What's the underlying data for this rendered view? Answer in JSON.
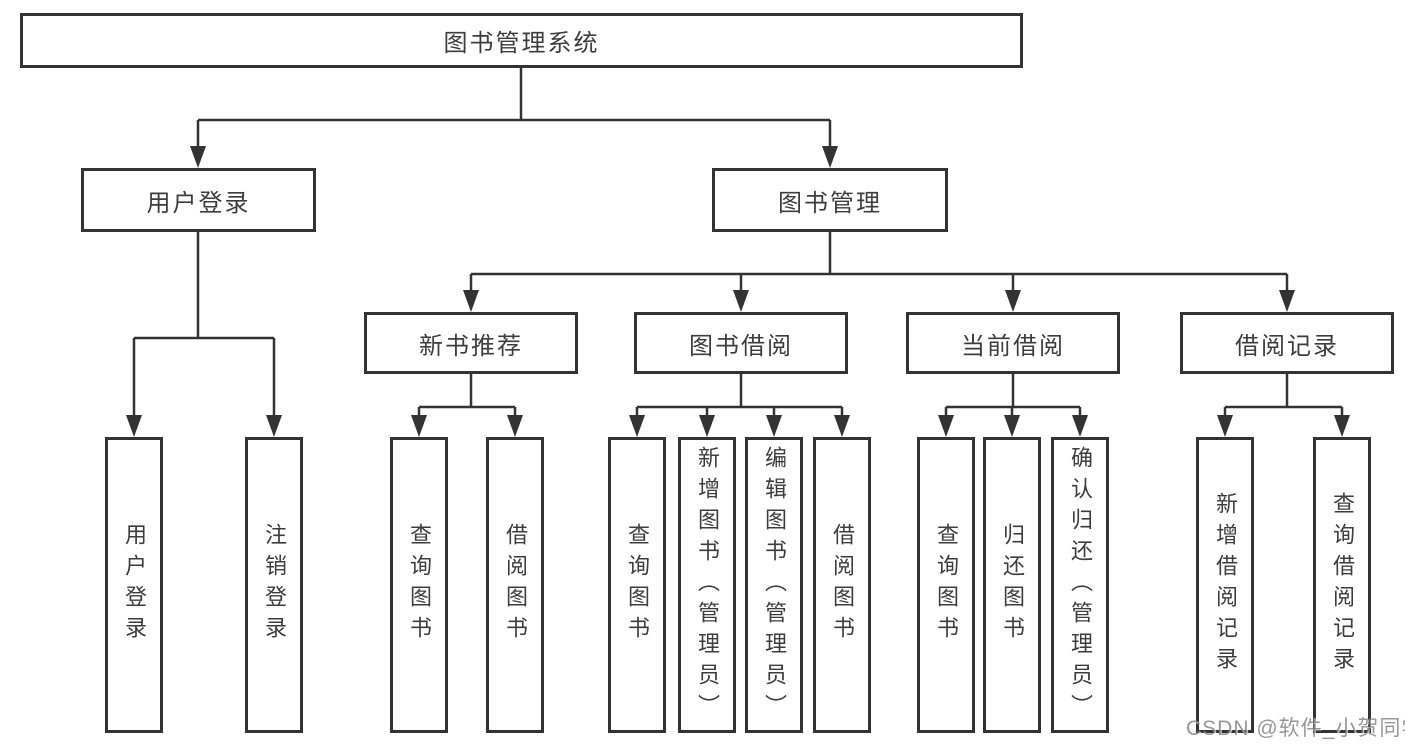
{
  "nodes": {
    "root": "图书管理系统",
    "user_login": "用户登录",
    "book_mgmt": "图书管理",
    "new_book_rec": "新书推荐",
    "book_borrow": "图书借阅",
    "current_borrow": "当前借阅",
    "borrow_records": "借阅记录",
    "login": "用户登录",
    "logout": "注销登录",
    "rec_query_book": "查询图书",
    "rec_borrow_book": "借阅图书",
    "bb_query_book": "查询图书",
    "bb_add_book": "新增图书（管理员）",
    "bb_edit_book": "编辑图书（管理员）",
    "bb_borrow_book": "借阅图书",
    "cb_query_book": "查询图书",
    "cb_return_book": "归还图书",
    "cb_confirm_return": "确认归还（管理员）",
    "br_add_record": "新增借阅记录",
    "br_query_record": "查询借阅记录"
  },
  "watermark": "CSDN @软件_小贺同学",
  "colors": {
    "line": "#333333",
    "text": "#3d3d3d",
    "watermark": "#9a9a9a",
    "background": "#ffffff"
  }
}
